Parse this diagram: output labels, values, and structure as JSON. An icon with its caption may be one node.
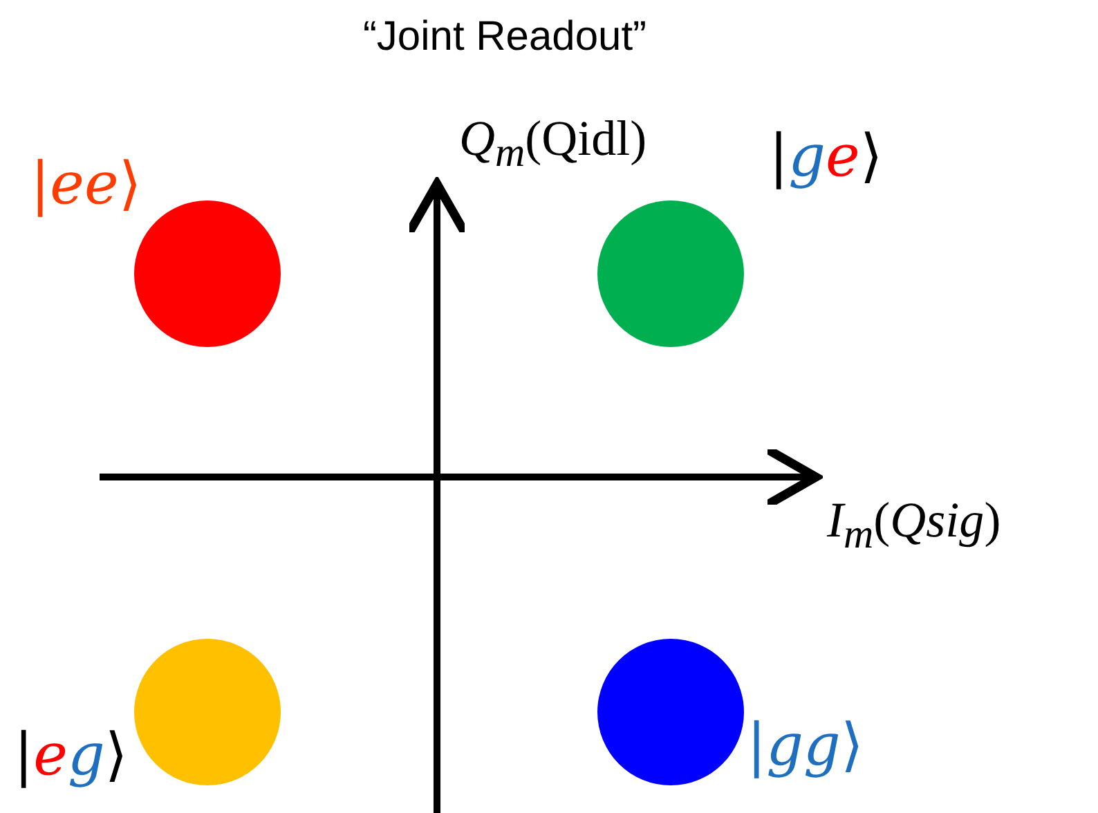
{
  "diagram": {
    "title": "“Joint Readout”",
    "nodes": [
      {
        "text": [],
        "shape": "circle",
        "beside": [
          "|ee⟩"
        ]
      },
      {
        "text": [],
        "shape": "circle",
        "beside": [
          "|ge⟩"
        ]
      },
      {
        "text": [],
        "shape": "circle",
        "beside": [
          "|eg⟩"
        ]
      },
      {
        "text": [],
        "shape": "circle",
        "beside": [
          "|gg⟩"
        ]
      }
    ],
    "labels": [
      "*Q*$_{m}$(Qidl)",
      "*I*$_{m}$(*Qsig*)"
    ]
  }
}
